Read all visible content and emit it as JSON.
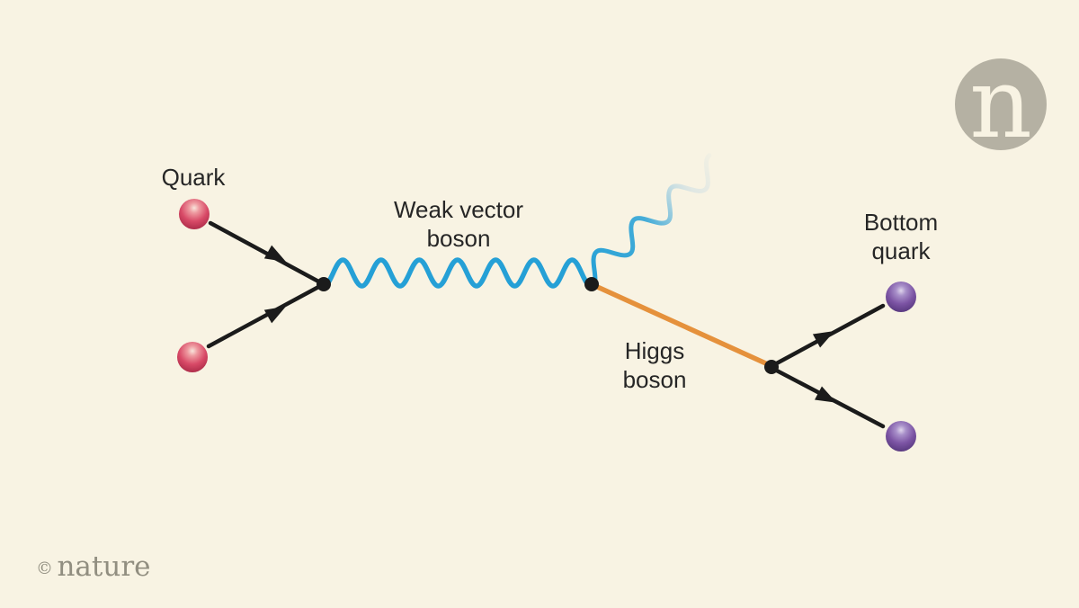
{
  "canvas": {
    "background": "#f8f3e3"
  },
  "labels": {
    "quark": "Quark",
    "weak_vector_boson_line1": "Weak vector",
    "weak_vector_boson_line2": "boson",
    "higgs_boson_line1": "Higgs",
    "higgs_boson_line2": "boson",
    "bottom_quark_line1": "Bottom",
    "bottom_quark_line2": "quark"
  },
  "colors": {
    "text": "#262626",
    "weak_boson_wave": "#25a0d6",
    "weak_boson_wave_faded": "#c3d9e4",
    "higgs_line": "#e5913c",
    "fermion_line": "#1b1b1b",
    "vertex_dot": "#1b1b1b",
    "quark_sphere_highlight": "#f8e4db",
    "quark_sphere_light": "#ee9aa0",
    "quark_sphere_mid": "#d84a67",
    "quark_sphere_dark": "#a72845",
    "bottom_sphere_highlight": "#ded4eb",
    "bottom_sphere_light": "#a88fc9",
    "bottom_sphere_mid": "#7c54a4",
    "bottom_sphere_dark": "#53357a"
  },
  "branding": {
    "logo_letter": "n",
    "logo_circle_color": "#b5b1a3",
    "logo_letter_color": "#f8f3e3",
    "copyright_symbol": "©",
    "copyright_name": "nature",
    "copyright_color": "#918e80"
  }
}
